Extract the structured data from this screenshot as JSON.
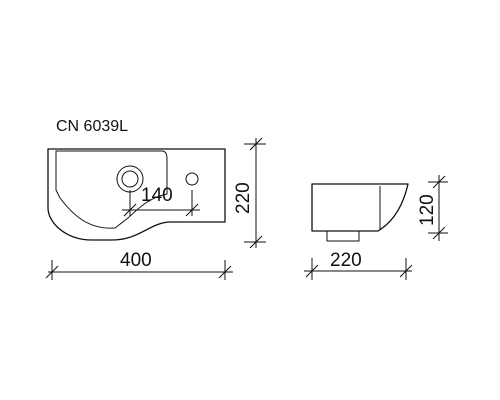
{
  "model_code": "CN 6039L",
  "top_view": {
    "width_label": "400",
    "depth_label": "220",
    "tap_offset_label": "140"
  },
  "side_view": {
    "depth_label": "220",
    "height_label": "120"
  },
  "colors": {
    "line": "#111111",
    "background": "#ffffff"
  }
}
